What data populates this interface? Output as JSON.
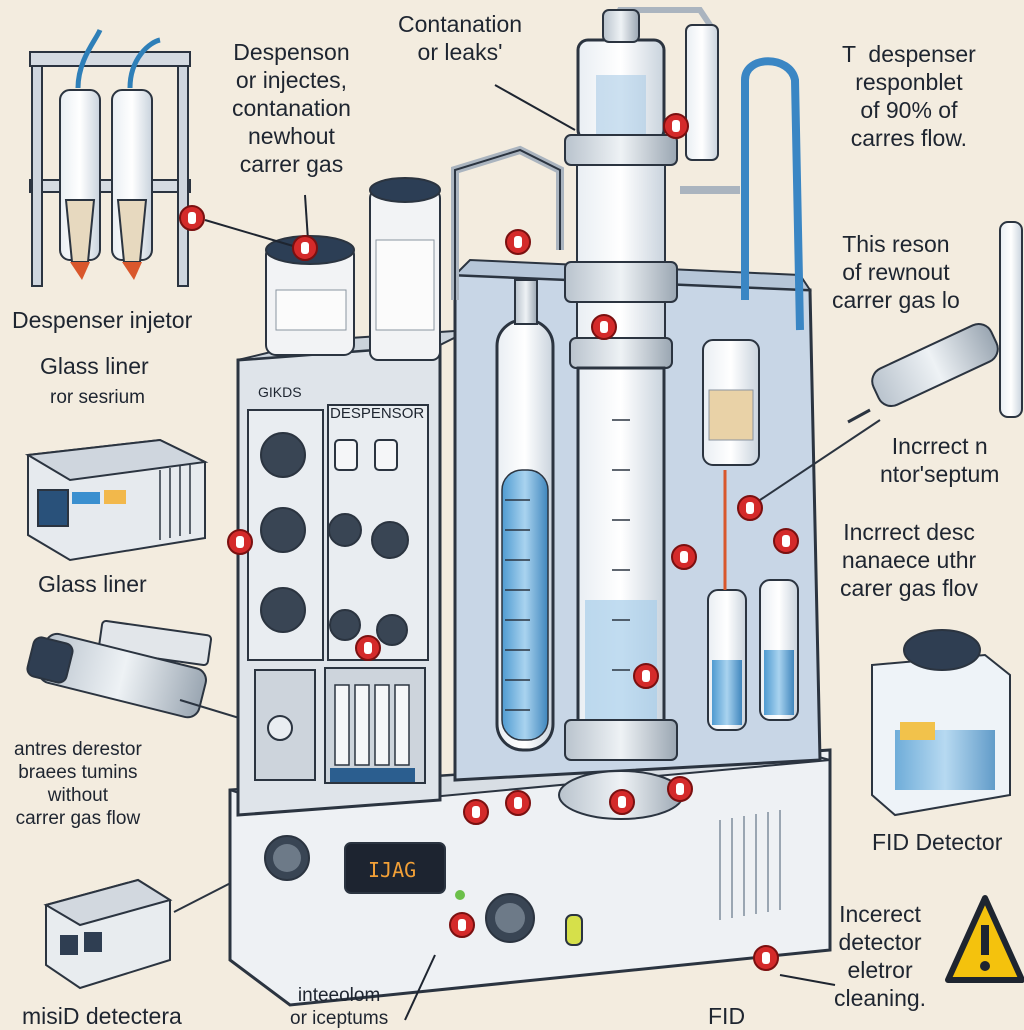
{
  "labels": {
    "contamination": "Contanation\nor leaks'",
    "dispenser_top": "Despenson\nor injectes,\ncontanation\nnewhout\ncarrer gas",
    "dispenser_right": "T  despenser\nresponblet\nof 90% of\ncarres flow.",
    "this_reson": "This reson\nof rewnout\ncarrer gas lo",
    "dispenser_injector": "Despenser injetor",
    "glass_liner_top": "Glass liner",
    "vor_sesrium": "ror sesrium",
    "incorrect_septum": "Incrrect n\nntor'septum",
    "incorrect_desc": "Incrrect desc\nnanaece uthr\ncarer gas flov",
    "glass_liner": "Glass liner",
    "detector_left": "antres derestor\nbraees tumins\nwithout\ncarrer gas flow",
    "fid_detector": "FID Detector",
    "incorrect_detector": "Incerect\ndetector\neletror\ncleaning.",
    "misid_detector": "misiD detectera",
    "intercolom": "inteeolom\nor iceptums",
    "fid_bottom": "FID",
    "panel_title_left": "GIKDS",
    "panel_title_right": "DESPENSOR",
    "display_value": "IJAG"
  },
  "colors": {
    "background": "#f3ecdf",
    "marker_red": "#d42a2a",
    "liquid_blue": "#7db7de",
    "machine_body": "#dfe4ea",
    "outline": "#2b3440",
    "warning_yellow": "#f4c20d"
  }
}
